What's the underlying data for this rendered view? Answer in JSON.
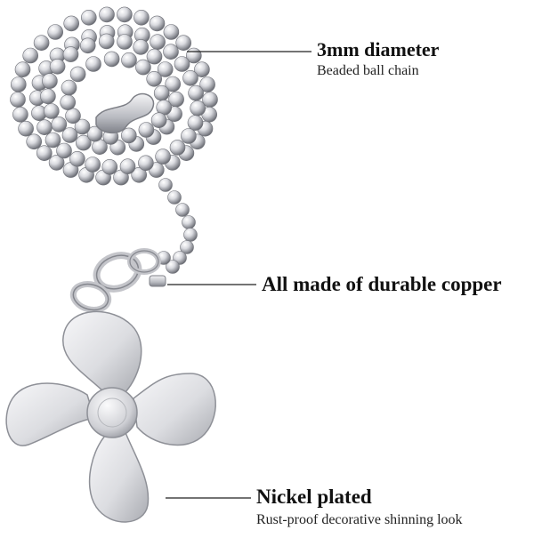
{
  "callouts": [
    {
      "title": "3mm diameter",
      "subtitle": "Beaded ball chain"
    },
    {
      "title": "All made of durable copper",
      "subtitle": ""
    },
    {
      "title": "Nickel plated",
      "subtitle": "Rust-proof decorative shinning look"
    }
  ],
  "colors": {
    "background": "#ffffff",
    "metal_light": "#f2f2f4",
    "metal_mid": "#c9cacf",
    "metal_dark": "#7d7f86",
    "leader_line": "#222222",
    "text": "#111111"
  },
  "product": {
    "chain_icon": "ball-chain-icon",
    "connector_icon": "chain-connector-icon",
    "pendant_icon": "fan-propeller-pendant-icon"
  }
}
